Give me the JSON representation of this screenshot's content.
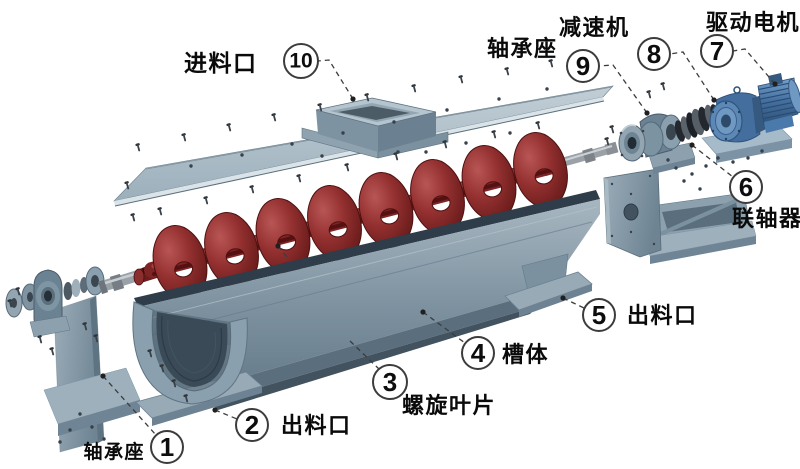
{
  "diagram": {
    "type": "exploded-parts-diagram",
    "machine": "screw-conveyor",
    "callouts": [
      {
        "num": "1",
        "label": "轴承座"
      },
      {
        "num": "2",
        "label": "出料口"
      },
      {
        "num": "3",
        "label": "螺旋叶片"
      },
      {
        "num": "4",
        "label": "槽体"
      },
      {
        "num": "5",
        "label": "出料口"
      },
      {
        "num": "6",
        "label": "联轴器"
      },
      {
        "num": "7",
        "label": "驱动电机"
      },
      {
        "num": "8",
        "label": "减速机"
      },
      {
        "num": "9",
        "label": "轴承座"
      },
      {
        "num": "10",
        "label": "进料口"
      }
    ],
    "colors": {
      "background": "#ffffff",
      "screw_blade_red": "#8e2b2b",
      "steel_blue_gray": "#8ba0ae",
      "trough_dark_rim": "#2e3d49",
      "drive_blue": "#4a79ab",
      "leader_line": "#3c3c3c",
      "label_text": "#0a0a0a"
    }
  }
}
